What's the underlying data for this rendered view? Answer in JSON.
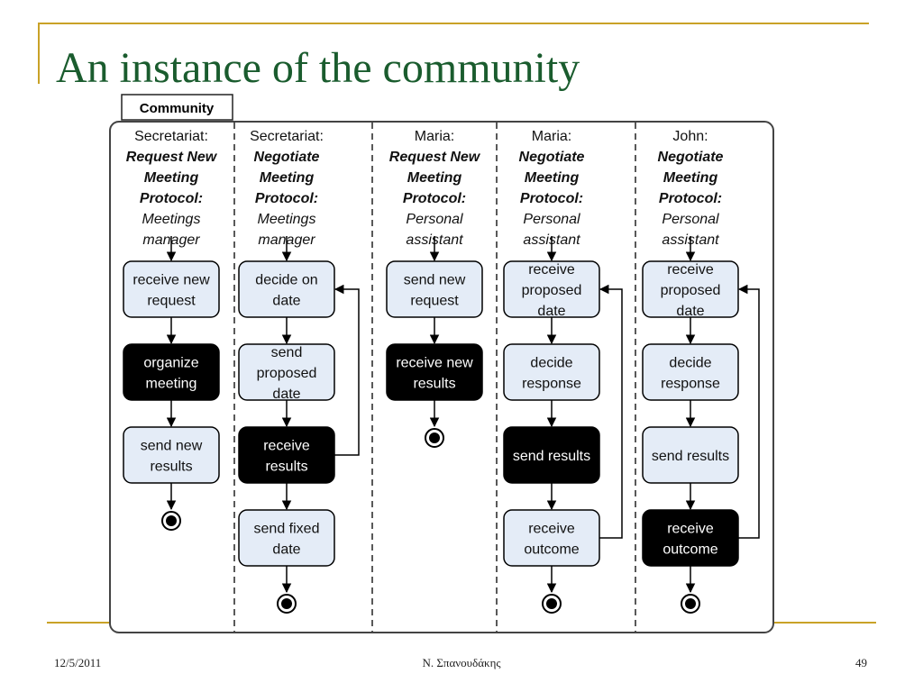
{
  "slide": {
    "title": "An instance of the community",
    "footer": {
      "date": "12/5/2011",
      "author": "Ν. Σπανουδάκης",
      "page": "49"
    },
    "accent_color": "#c9a227",
    "title_color": "#1a5c2e"
  },
  "diagram": {
    "label": "Community",
    "lanes": [
      {
        "header": [
          "Secretariat:",
          "Request New",
          "Meeting",
          "Protocol:",
          "Meetings",
          "manager"
        ],
        "activities": [
          "receive new request",
          "organize meeting",
          "send new results"
        ]
      },
      {
        "header": [
          "Secretariat:",
          "Negotiate",
          "Meeting",
          "Protocol:",
          "Meetings",
          "manager"
        ],
        "activities": [
          "decide on date",
          "send proposed date",
          "receive results",
          "send fixed date"
        ]
      },
      {
        "header": [
          "Maria:",
          "Request New",
          "Meeting",
          "Protocol:",
          "Personal",
          "assistant"
        ],
        "activities": [
          "send new request",
          "receive new results"
        ]
      },
      {
        "header": [
          "Maria:",
          "Negotiate",
          "Meeting",
          "Protocol:",
          "Personal",
          "assistant"
        ],
        "activities": [
          "receive proposed date",
          "decide response",
          "send results",
          "receive outcome"
        ]
      },
      {
        "header": [
          "John:",
          "Negotiate",
          "Meeting",
          "Protocol:",
          "Personal",
          "assistant"
        ],
        "activities": [
          "receive proposed date",
          "decide response",
          "send results",
          "receive outcome"
        ]
      }
    ]
  }
}
